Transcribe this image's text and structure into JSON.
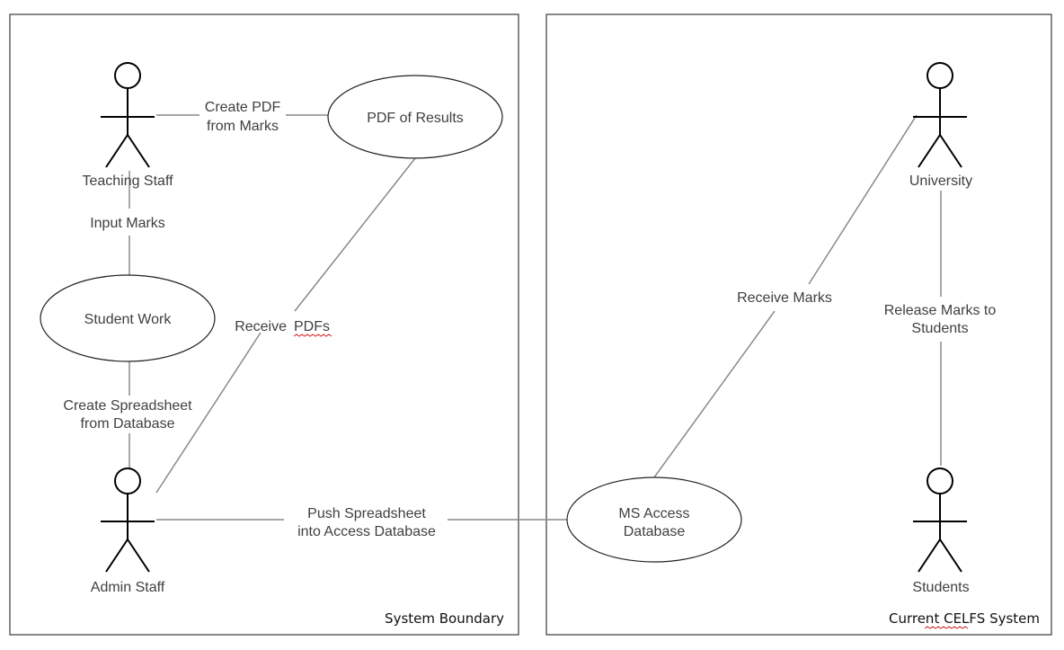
{
  "boundaries": {
    "left": "System Boundary",
    "right_prefix": "Current ",
    "right_word": "CELFS",
    "right_suffix": " System"
  },
  "actors": {
    "teaching_staff": "Teaching Staff",
    "admin_staff": "Admin Staff",
    "university": "University",
    "students": "Students"
  },
  "use_cases": {
    "pdf_of_results": "PDF of Results",
    "student_work": "Student Work",
    "ms_access_line1": "MS Access",
    "ms_access_line2": "Database"
  },
  "edges": {
    "create_pdf_line1": "Create PDF",
    "create_pdf_line2": "from Marks",
    "input_marks": "Input Marks",
    "receive_pdfs_prefix": "Receive ",
    "receive_pdfs_word": "PDFs",
    "create_spreadsheet_line1": "Create Spreadsheet",
    "create_spreadsheet_line2": "from Database",
    "push_spreadsheet_line1": "Push Spreadsheet",
    "push_spreadsheet_line2": "into Access Database",
    "receive_marks": "Receive Marks",
    "release_marks_line1": "Release Marks to",
    "release_marks_line2": "Students"
  }
}
